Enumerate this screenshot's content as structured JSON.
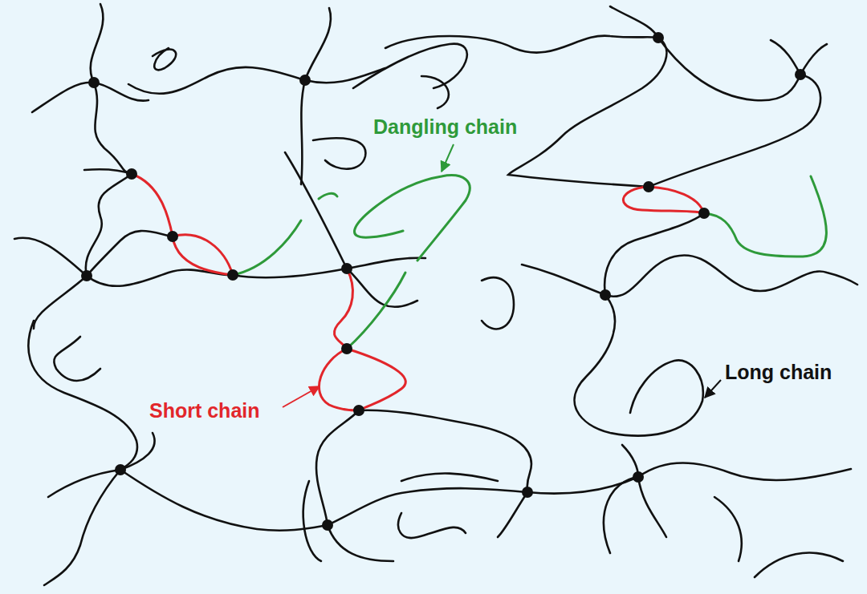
{
  "diagram": {
    "labels": [
      "Dangling chain",
      "Short chain",
      "Long chain"
    ]
  }
}
